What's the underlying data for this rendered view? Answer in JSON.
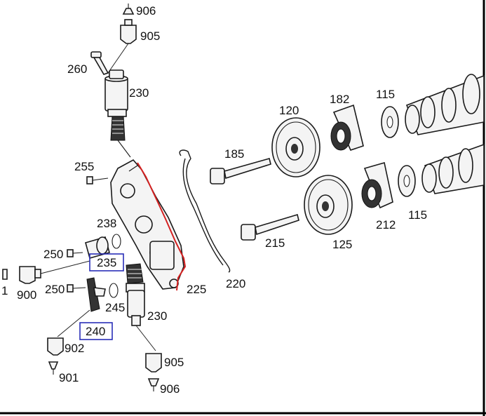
{
  "diagram": {
    "labels": [
      "906",
      "905",
      "260",
      "230",
      "255",
      "185",
      "120",
      "182",
      "115",
      "238",
      "250",
      "235",
      "900",
      "1",
      "250b",
      "245",
      "240",
      "902",
      "901",
      "230b",
      "905b",
      "906b",
      "225",
      "220",
      "215",
      "125",
      "212",
      "115b"
    ],
    "text": {
      "906": "906",
      "905": "905",
      "260": "260",
      "230": "230",
      "255": "255",
      "185": "185",
      "120": "120",
      "182": "182",
      "115": "115",
      "238": "238",
      "250": "250",
      "235": "235",
      "900": "900",
      "1": "1",
      "250b": "250",
      "245": "245",
      "240": "240",
      "902": "902",
      "901": "901",
      "230b": "230",
      "905b": "905",
      "906b": "906",
      "225": "225",
      "220": "220",
      "215": "215",
      "125": "125",
      "212": "212",
      "115b": "115"
    },
    "colors": {
      "highlight_box": "#2a2fb8",
      "gasket_outline": "#d42020",
      "line": "#1a1a1a"
    }
  }
}
